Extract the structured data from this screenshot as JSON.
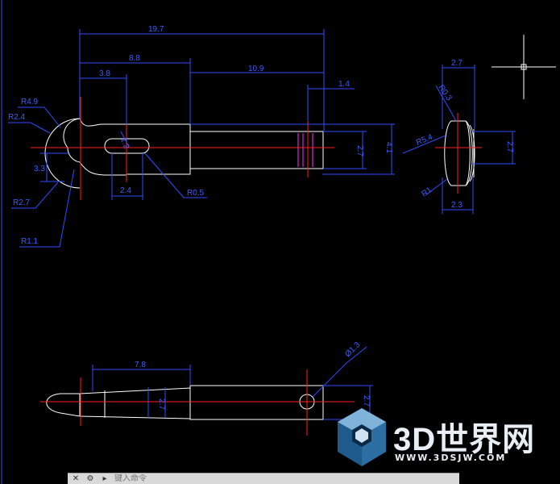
{
  "drawing": {
    "dimensions": {
      "top_overall": "19.7",
      "top_left": "8.8",
      "top_right": "10.9",
      "top_small": "3.8",
      "top_end": "1.4",
      "r49": "R4.9",
      "r24": "R2.4",
      "r27": "R2.7",
      "r11": "R1.1",
      "v33": "3.3",
      "w24": "2.4",
      "r05": "R0.5",
      "slot_d": "1.2",
      "h27_front": "2.7",
      "h41": "4.1",
      "side_top": "2.7",
      "side_r03": "R0.3",
      "side_r54": "R5.4",
      "side_h27": "2.7",
      "side_r1": "R1",
      "side_bottom": "2.3",
      "bottom_78": "7.8",
      "bottom_d13": "Ø1.3",
      "bottom_27a": "2.7",
      "bottom_27b": "2.7"
    }
  },
  "watermark": {
    "brand": "3D世界网",
    "url": "WWW.3DSJW.COM",
    "icon": "cube-icon"
  },
  "command_bar": {
    "close_icon": "close-icon",
    "settings_icon": "wrench-icon",
    "terminal_icon": "terminal-icon",
    "placeholder": "键入命令"
  },
  "colors": {
    "background": "#000000",
    "outline": "#ffffff",
    "dimension": "#2f4cff",
    "centerline": "#ff2020",
    "hidden": "#ff30ff"
  }
}
